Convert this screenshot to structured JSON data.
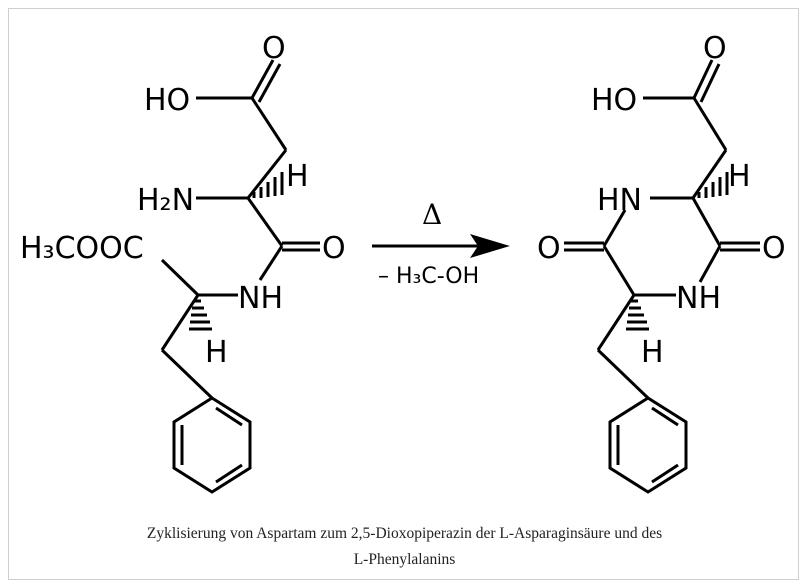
{
  "reactant": {
    "cooh": "HO",
    "cooh_o": "O",
    "amine": "H₂N",
    "alpha_h": "H",
    "ester": "H₃COOC",
    "amide_o": "O",
    "amide_nh": "NH",
    "phe_h": "H"
  },
  "arrow": {
    "above": "Δ",
    "below": "–  H₃C-OH"
  },
  "product": {
    "cooh": "HO",
    "cooh_o": "O",
    "alpha_h": "H",
    "ring_nh_top": "HN",
    "ring_nh_bottom": "NH",
    "left_o": "O",
    "right_o": "O",
    "phe_h": "H"
  },
  "caption": {
    "line1": "Zyklisierung von Aspartam zum 2,5-Dioxopiperazin der L-Asparaginsäure und des",
    "line2": "L-Phenylalanins"
  }
}
